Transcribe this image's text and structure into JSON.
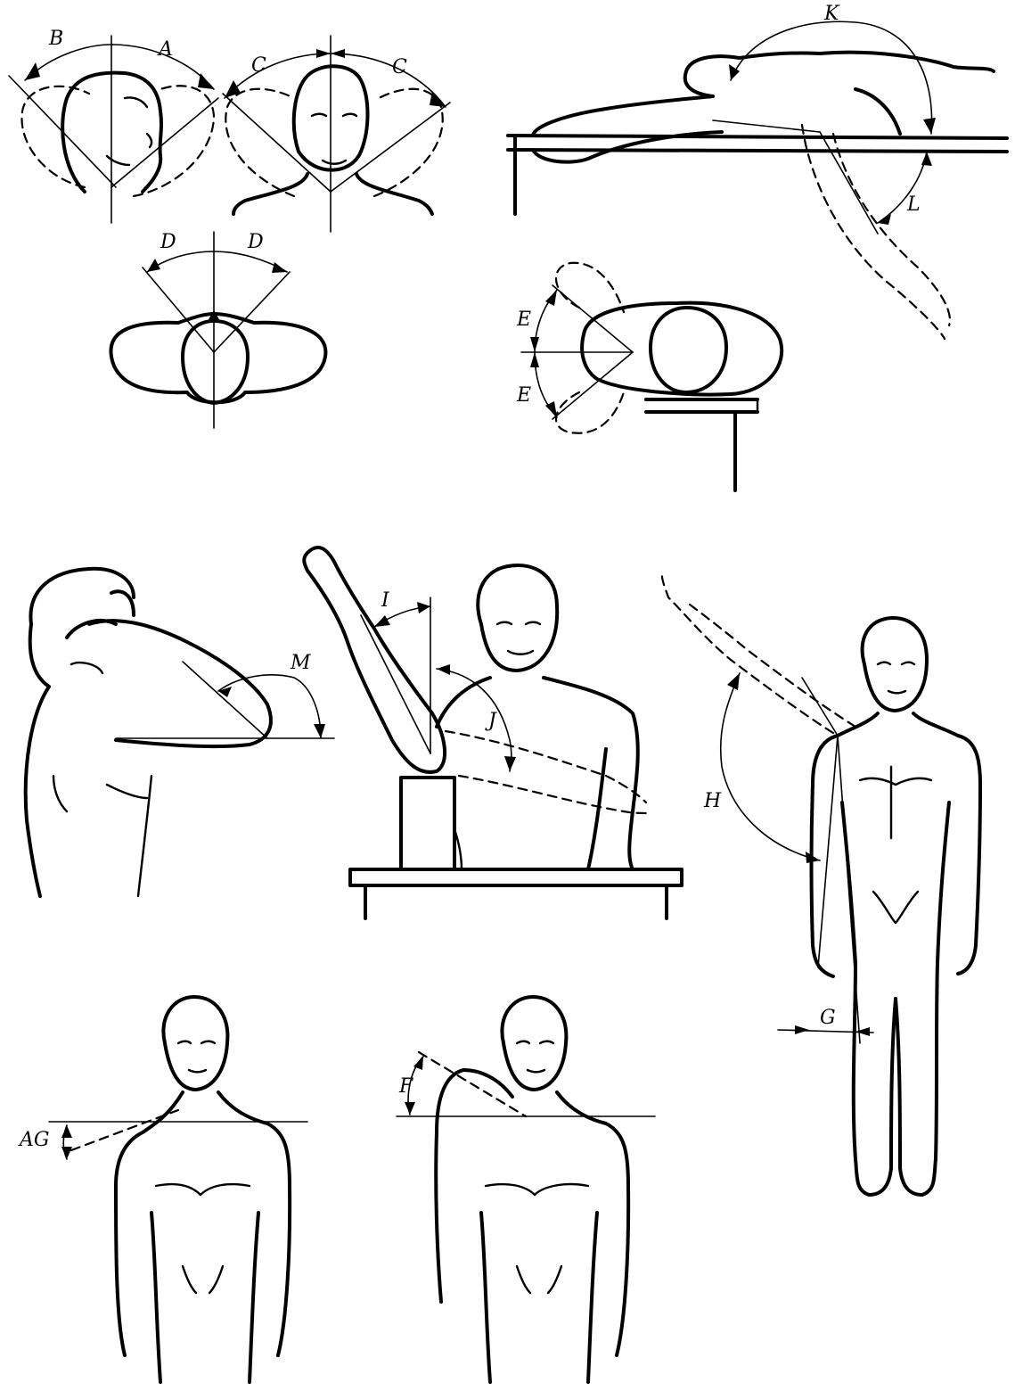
{
  "figure": {
    "labels": {
      "A": "A",
      "B": "B",
      "C_left": "C",
      "C_right": "C",
      "D_left": "D",
      "D_right": "D",
      "E_top": "E",
      "E_bottom": "E",
      "F": "F",
      "G": "G",
      "H": "H",
      "I": "I",
      "J": "J",
      "K": "K",
      "L": "L",
      "M": "M",
      "AG": "AG"
    }
  }
}
